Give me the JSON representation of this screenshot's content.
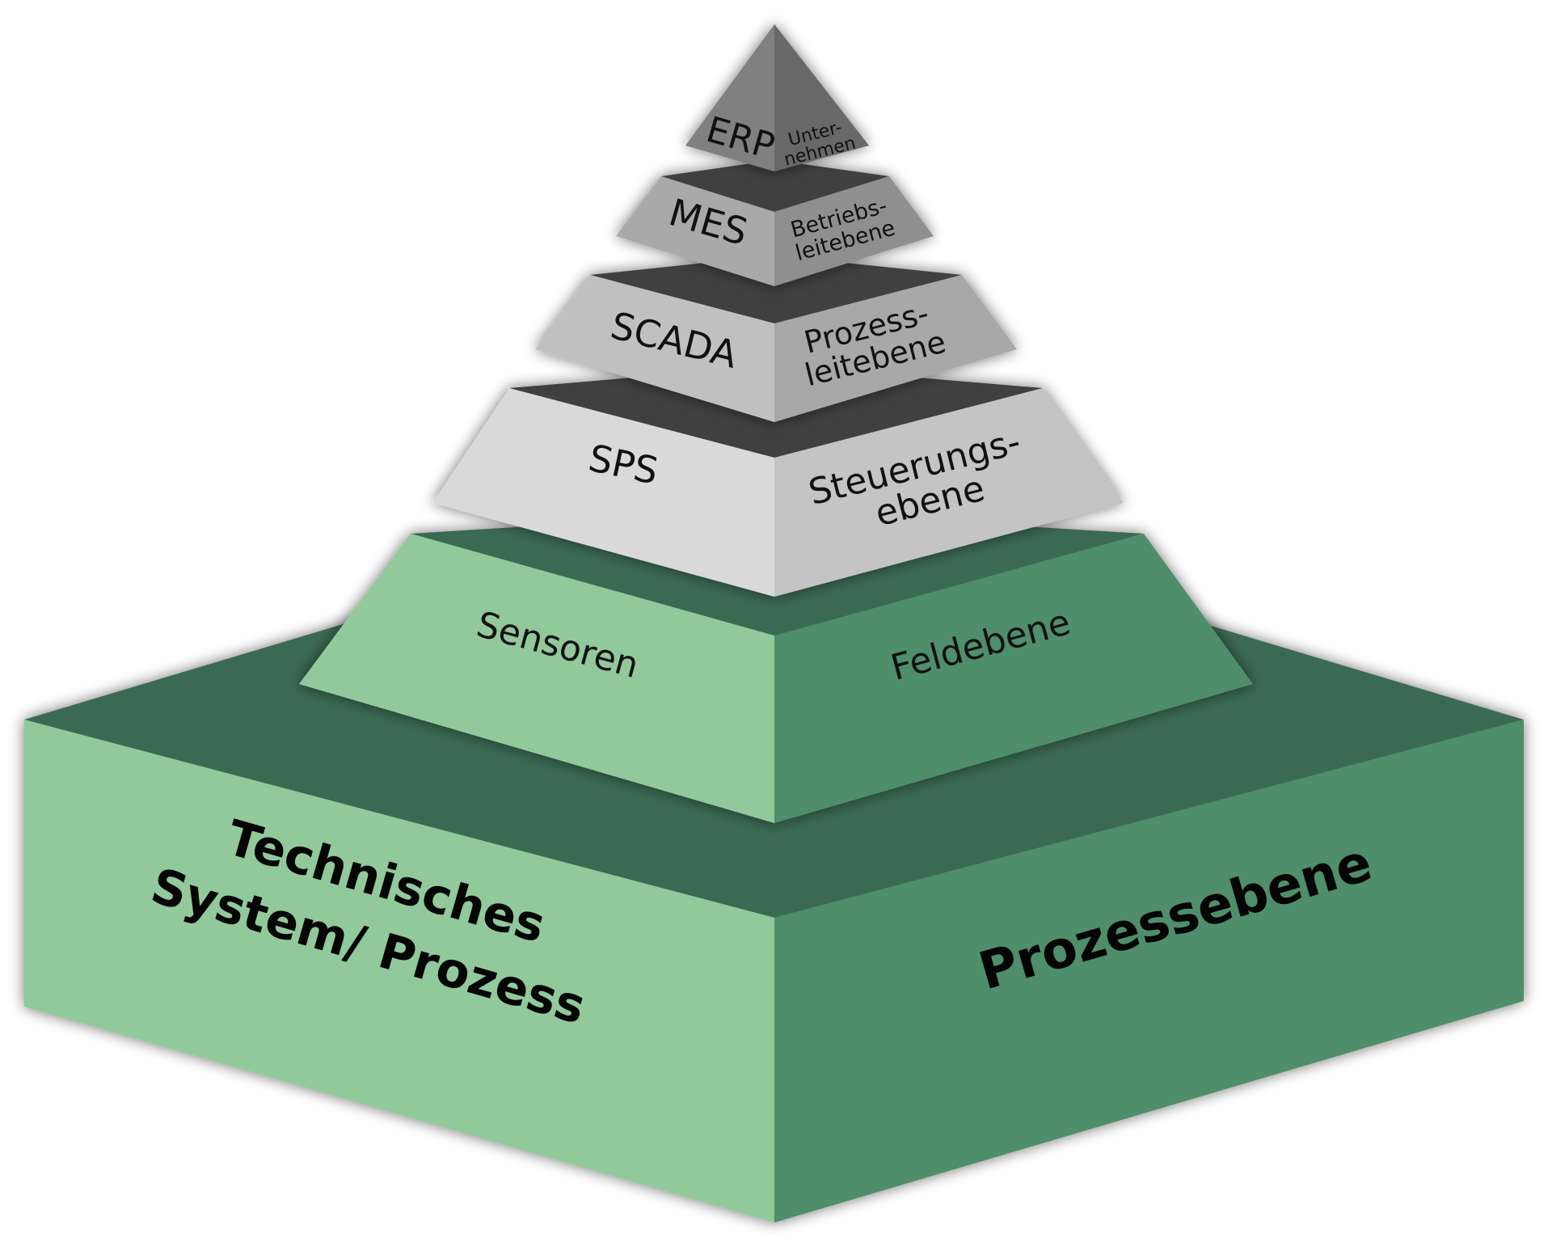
{
  "colors": {
    "base_top": "#3b6b52",
    "base_left": "#91c99b",
    "base_right": "#4f8e6a",
    "field_top": "#3b6b52",
    "field_left": "#91c99b",
    "field_right": "#4f8e6a",
    "gray_top": "#404040",
    "sps_left": "#d9d9d9",
    "sps_right": "#c4c4c4",
    "scada_left": "#c0c0c0",
    "scada_right": "#a8a8a8",
    "mes_left": "#a9a9a9",
    "mes_right": "#8f8f8f",
    "erp_left": "#808080",
    "erp_right": "#676767",
    "text": "#111111"
  },
  "layers": {
    "erp": {
      "left": "ERP",
      "right_line1": "Unter-",
      "right_line2": "nehmen"
    },
    "mes": {
      "left": "MES",
      "right_line1": "Betriebs-",
      "right_line2": "leitebene"
    },
    "scada": {
      "left": "SCADA",
      "right_line1": "Prozess-",
      "right_line2": "leitebene"
    },
    "sps": {
      "left": "SPS",
      "right_line1": "Steuerungs-",
      "right_line2": "ebene"
    },
    "field": {
      "left": "Sensoren",
      "right": "Feldebene"
    },
    "base": {
      "left_line1": "Technisches",
      "left_line2": "System/ Prozess",
      "right": "Prozessebene"
    }
  }
}
